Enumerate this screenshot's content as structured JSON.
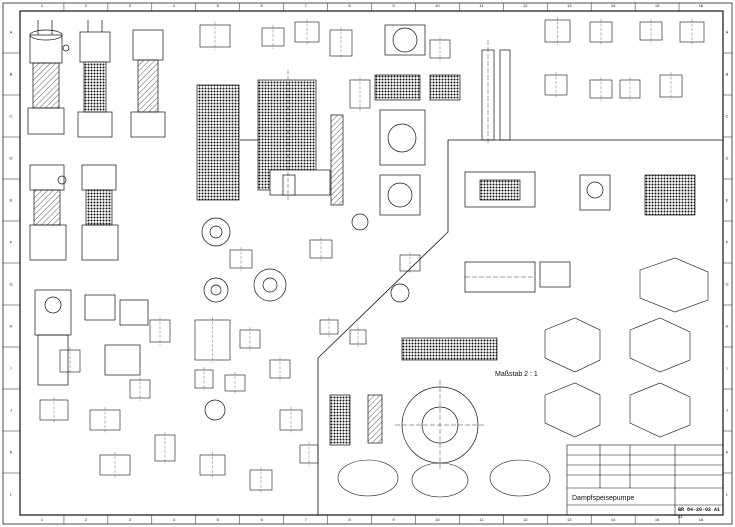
{
  "sheet": {
    "col_labels": [
      "1",
      "2",
      "3",
      "4",
      "5",
      "6",
      "7",
      "8",
      "9",
      "10",
      "11",
      "12",
      "13",
      "14",
      "15",
      "16"
    ],
    "row_labels": [
      "A",
      "B",
      "C",
      "D",
      "E",
      "F",
      "G",
      "H",
      "I",
      "J",
      "K",
      "L"
    ],
    "scale_note": "Maßstab 2 : 1"
  },
  "title_block": {
    "title": "Dampfspeisepumpe",
    "drawing_number": "BR 84-20-02 A1",
    "sheet_format": "A1"
  }
}
